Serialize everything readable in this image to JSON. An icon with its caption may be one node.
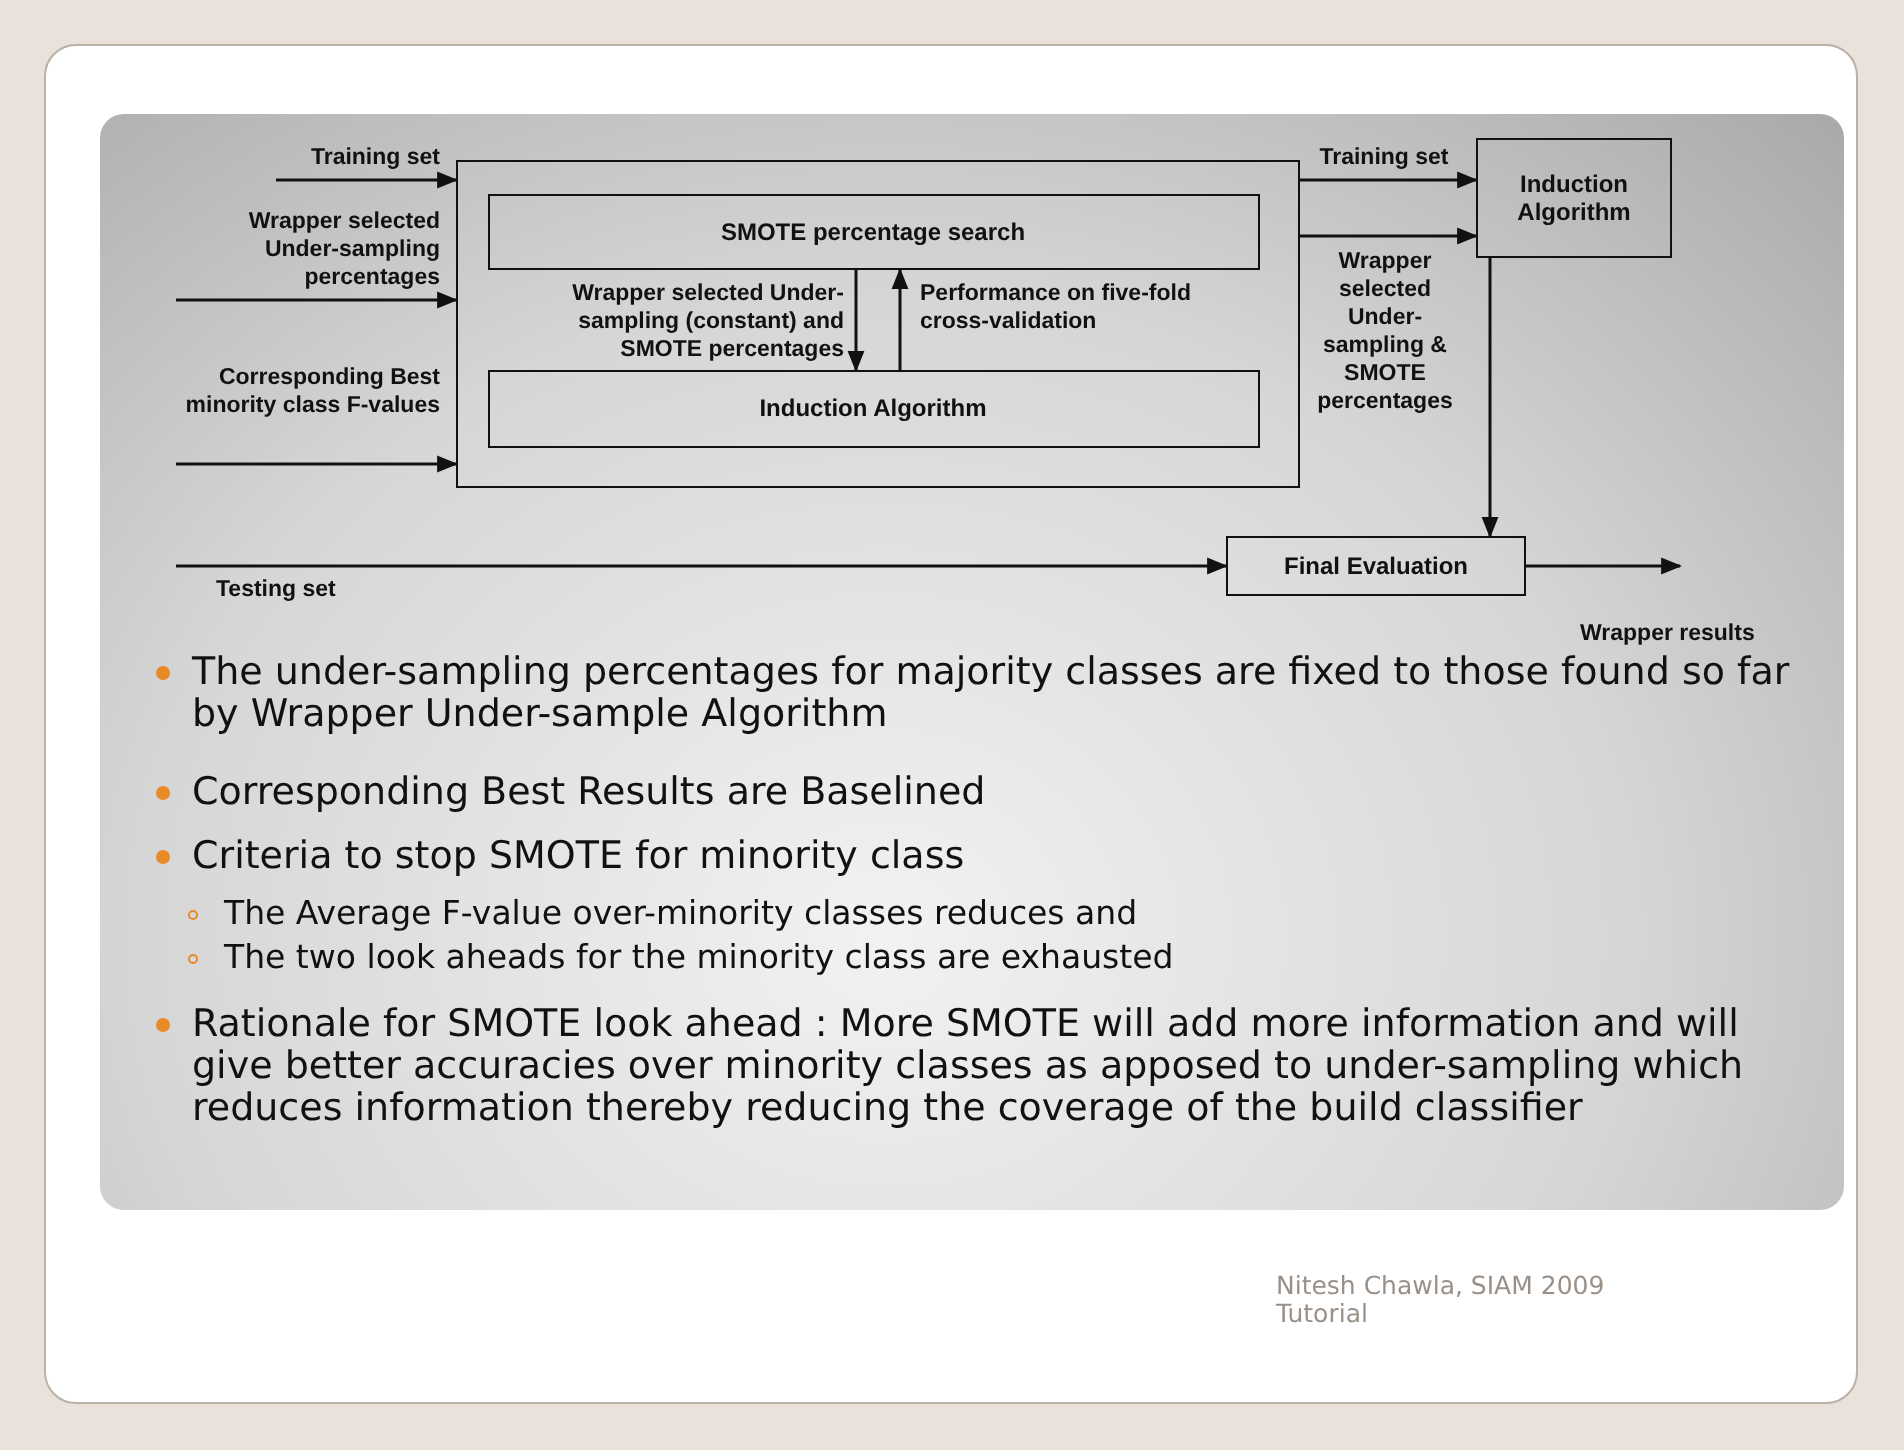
{
  "diagram": {
    "nodes": [
      {
        "text": [],
        "shape": "box"
      },
      {
        "text": [
          "SMOTE percentage search"
        ],
        "in": 0
      },
      {
        "text": [
          "Induction Algorithm"
        ],
        "in": 0
      },
      {
        "text": [
          "Induction Algorithm"
        ]
      },
      {
        "text": [
          "Final Evaluation"
        ]
      }
    ],
    "edges": [
      {
        "from": null,
        "to": 0,
        "arrow": "to",
        "label": "Training set"
      },
      {
        "from": null,
        "to": 0,
        "arrow": "to",
        "label": "Wrapper selected Under-sampling percentages"
      },
      {
        "from": null,
        "to": 0,
        "arrow": "to",
        "label": "Corresponding Best minority class F-values"
      },
      {
        "from": null,
        "to": 4,
        "arrow": "to",
        "label": "Testing set"
      },
      {
        "from": 1,
        "to": 2,
        "arrow": "to",
        "label": "Wrapper selected Under-sampling (constant) and SMOTE percentages"
      },
      {
        "from": 2,
        "to": 1,
        "arrow": "to",
        "label": "Performance on five-fold cross-validation"
      },
      {
        "from": 0,
        "to": 3,
        "arrow": "to",
        "label": "Training set"
      },
      {
        "from": 0,
        "to": 3,
        "arrow": "to",
        "label": "Wrapper selected Under-sampling & SMOTE percentages"
      },
      {
        "from": 3,
        "to": 4,
        "arrow": "to"
      },
      {
        "from": 4,
        "to": null,
        "arrow": "to",
        "label": "Wrapper results"
      }
    ],
    "labels": [
      "The under-sampling percentages for majority classes are fixed to those found so far by Wrapper Under-sample Algorithm",
      "Corresponding Best Results are Baselined",
      "Criteria to stop SMOTE for minority class",
      "The Average F-value over-minority classes reduces and",
      "The two look aheads for the minority class are exhausted",
      "Rationale for SMOTE look ahead : More SMOTE will add more information and will give better accuracies over minority classes as apposed to under-sampling which reduces information thereby reducing the coverage of the build classifier",
      "Nitesh Chawla, SIAM 2009 Tutorial"
    ]
  }
}
